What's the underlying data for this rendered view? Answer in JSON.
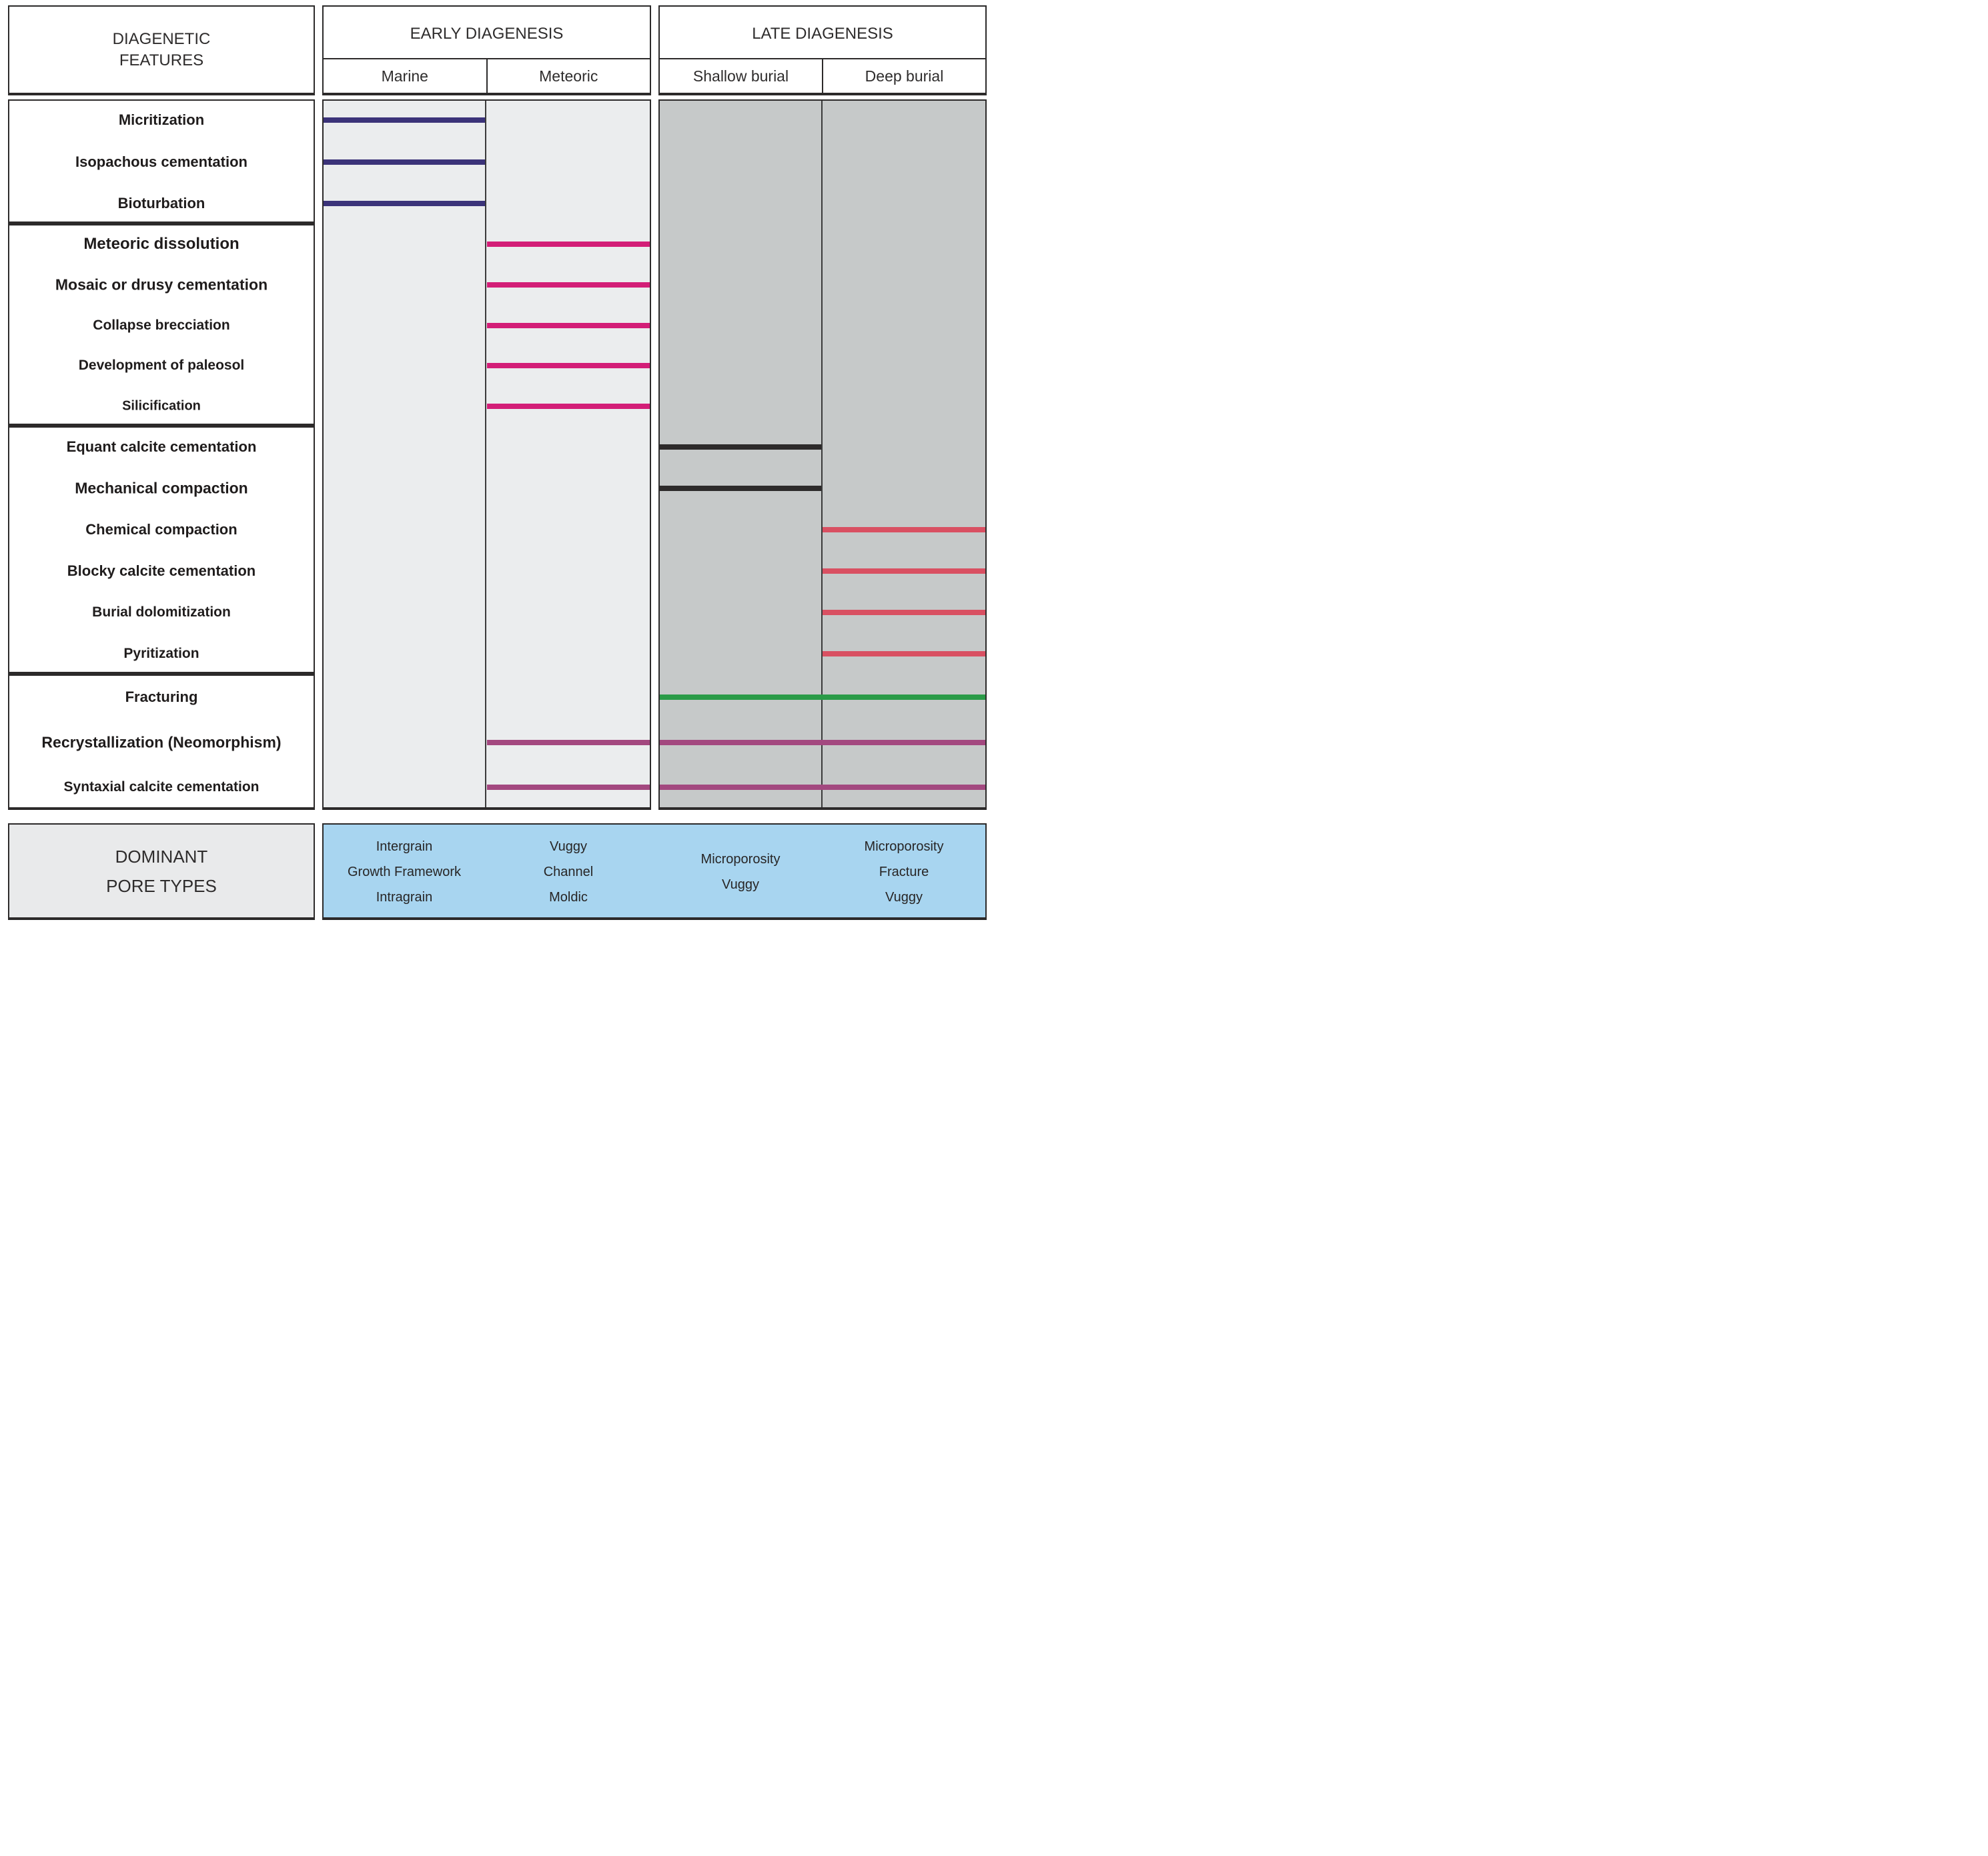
{
  "header": {
    "features_title": [
      "DIAGENETIC",
      "FEATURES"
    ],
    "early": {
      "title": "EARLY DIAGENESIS",
      "columns": [
        "Marine",
        "Meteoric"
      ]
    },
    "late": {
      "title": "LATE DIAGENESIS",
      "columns": [
        "Shallow burial",
        "Deep burial"
      ]
    }
  },
  "chart_data": {
    "type": "table",
    "columns": [
      "Marine",
      "Meteoric",
      "Shallow burial",
      "Deep burial"
    ],
    "group_sizes": [
      3,
      5,
      6,
      3
    ],
    "legend_position": "none",
    "grid": false,
    "rows": [
      {
        "feature": "Micritization",
        "active": [
          "Marine"
        ],
        "color": "bar_navy",
        "size": 22
      },
      {
        "feature": "Isopachous cementation",
        "active": [
          "Marine"
        ],
        "color": "bar_navy",
        "size": 22
      },
      {
        "feature": "Bioturbation",
        "active": [
          "Marine"
        ],
        "color": "bar_navy",
        "size": 22
      },
      {
        "feature": "Meteoric dissolution",
        "active": [
          "Meteoric"
        ],
        "color": "bar_pink",
        "size": 24
      },
      {
        "feature": "Mosaic or drusy cementation",
        "active": [
          "Meteoric"
        ],
        "color": "bar_pink",
        "size": 23
      },
      {
        "feature": "Collapse brecciation",
        "active": [
          "Meteoric"
        ],
        "color": "bar_pink",
        "size": 21
      },
      {
        "feature": "Development of paleosol",
        "active": [
          "Meteoric"
        ],
        "color": "bar_pink",
        "size": 21
      },
      {
        "feature": "Silicification",
        "active": [
          "Meteoric"
        ],
        "color": "bar_pink",
        "size": 20
      },
      {
        "feature": "Equant calcite cementation",
        "active": [
          "Shallow burial"
        ],
        "color": "bar_black",
        "size": 22
      },
      {
        "feature": "Mechanical compaction",
        "active": [
          "Shallow burial"
        ],
        "color": "bar_black",
        "size": 23
      },
      {
        "feature": "Chemical compaction",
        "active": [
          "Deep burial"
        ],
        "color": "bar_red",
        "size": 22
      },
      {
        "feature": "Blocky calcite cementation",
        "active": [
          "Deep burial"
        ],
        "color": "bar_red",
        "size": 22
      },
      {
        "feature": "Burial dolomitization",
        "active": [
          "Deep burial"
        ],
        "color": "bar_red",
        "size": 21
      },
      {
        "feature": "Pyritization",
        "active": [
          "Deep burial"
        ],
        "color": "bar_red",
        "size": 21
      },
      {
        "feature": "Fracturing",
        "active": [
          "Shallow burial",
          "Deep burial"
        ],
        "color": "bar_green",
        "size": 22
      },
      {
        "feature": "Recrystallization (Neomorphism)",
        "active": [
          "Meteoric",
          "Shallow burial",
          "Deep burial"
        ],
        "color": "bar_purple",
        "size": 23
      },
      {
        "feature": "Syntaxial calcite cementation",
        "active": [
          "Meteoric",
          "Shallow burial",
          "Deep burial"
        ],
        "color": "bar_purple",
        "size": 21
      }
    ]
  },
  "pore_types": {
    "title": [
      "DOMINANT",
      "PORE TYPES"
    ],
    "columns": [
      {
        "column": "Marine",
        "items": [
          "Intergrain",
          "Growth Framework",
          "Intragrain"
        ]
      },
      {
        "column": "Meteoric",
        "items": [
          "Vuggy",
          "Channel",
          "Moldic"
        ]
      },
      {
        "column": "Shallow burial",
        "items": [
          "Microporosity",
          "Vuggy"
        ]
      },
      {
        "column": "Deep burial",
        "items": [
          "Microporosity",
          "Fracture",
          "Vuggy"
        ]
      }
    ]
  },
  "colors": {
    "early_column_bg": "#ebedee",
    "late_column_bg": "#c6c9c9",
    "pore_band_bg": "#a8d5f0",
    "pore_title_bg": "#e9eaeb",
    "border": "#2c2a2a",
    "bar_navy": "#3b3379",
    "bar_pink": "#d31e77",
    "bar_black": "#2d2a2a",
    "bar_red": "#d95062",
    "bar_green": "#2a9b47",
    "bar_purple": "#a3487f"
  }
}
